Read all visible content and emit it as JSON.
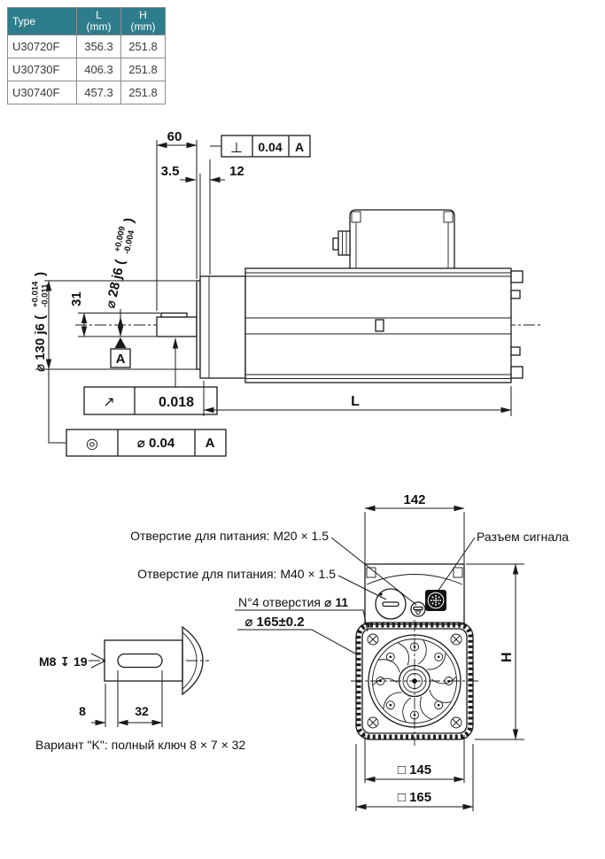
{
  "table": {
    "col_type": "Type",
    "col_l": "L",
    "col_l_unit": "(mm)",
    "col_h": "H",
    "col_h_unit": "(mm)",
    "rows": [
      {
        "type": "U30720F",
        "l": "356.3",
        "h": "251.8"
      },
      {
        "type": "U30730F",
        "l": "406.3",
        "h": "251.8"
      },
      {
        "type": "U30740F",
        "l": "457.3",
        "h": "251.8"
      }
    ]
  },
  "side_view": {
    "dim_60": "60",
    "dim_3_5": "3.5",
    "dim_12": "12",
    "dim_31": "31",
    "dim_length": "L",
    "dia28_main": "⌀ 28 j6 (",
    "dia28_plus": "+0.009",
    "dia28_minus": "-0.004",
    "dia28_close": ")",
    "dia130_main": "⌀ 130 j6 (",
    "dia130_plus": "+0.014",
    "dia130_minus": "-0.011",
    "dia130_close": ")",
    "perp_symbol": "⊥",
    "perp_value": "0.04",
    "perp_datum": "A",
    "runout_symbol": "↗",
    "runout_value": "0.018",
    "conc_symbol": "◎",
    "conc_value": "⌀ 0.04",
    "conc_datum": "A",
    "datum_label": "A"
  },
  "front_view": {
    "dim_142": "142",
    "dim_h": "H",
    "dim_sq145": "□ 145",
    "dim_sq165": "□ 165",
    "label_m20": "Отверстие для питания: M20 × 1.5",
    "label_m40": "Отверстие для питания: M40 × 1.5",
    "label_signal": "Разъем сигнала",
    "label_holes": "N°4 отверстия",
    "label_holes_dia": "⌀ 11",
    "label_bolt_circle": "⌀ 165±0.2"
  },
  "shaft_detail": {
    "dim_8": "8",
    "dim_32": "32",
    "label_tap": "M8 ↧ 19",
    "caption": "Вариант \"K\": полный ключ 8 × 7 × 32"
  }
}
